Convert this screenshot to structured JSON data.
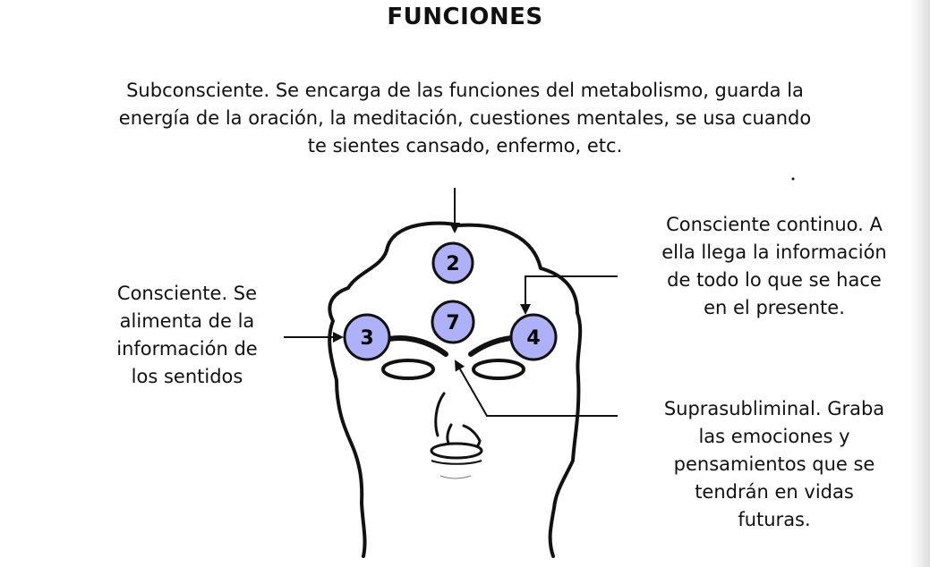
{
  "title": "FUNCIONES",
  "intro": "Subconsciente. Se encarga de las funciones del metabolismo, guarda la\nenergía de la oración, la meditación, cuestiones mentales, se usa cuando\nte sientes cansado, enfermo, etc.",
  "left_note": "Consciente. Se\nalimenta de la\ninformación de\nlos sentidos",
  "right_top_note": "Consciente continuo. A\nella llega la información\nde todo lo que se hace\nen el presente.",
  "right_bottom_note": "Suprasubliminal. Graba\nlas emociones y\npensamientos que se\ntendrán en vidas\nfuturas.",
  "points": {
    "top": "2",
    "center": "7",
    "left": "3",
    "right": "4"
  },
  "colors": {
    "circle_fill": "#aeb1f8",
    "outline": "#111111"
  }
}
